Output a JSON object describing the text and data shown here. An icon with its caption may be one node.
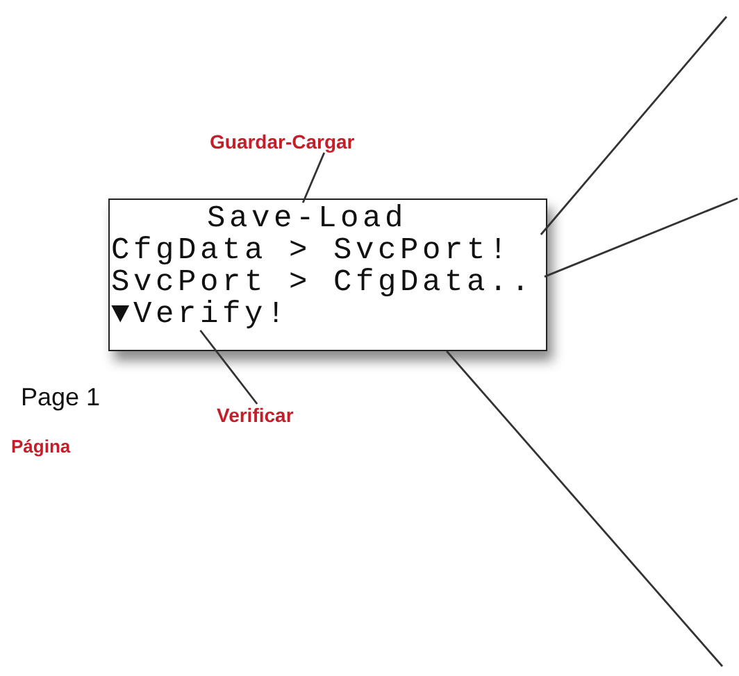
{
  "diagram": {
    "nodes": [
      {
        "text": [],
        "shape": "box"
      },
      {
        "text": [
          "Save-Load"
        ],
        "in": 0
      },
      {
        "text": [
          "CfgData > SvcPort!"
        ],
        "in": 0
      },
      {
        "text": [
          "SvcPort > CfgData.."
        ],
        "in": 0
      },
      {
        "text": [
          "▼Verify!"
        ],
        "in": 0
      },
      {
        "text": [
          "Guardar-Cargar"
        ]
      },
      {
        "text": [
          "Verificar"
        ]
      }
    ],
    "edges": [
      {
        "from": 5,
        "to": 1,
        "arrow": "none"
      },
      {
        "from": 6,
        "to": 4,
        "arrow": "none"
      },
      {
        "from": 2,
        "to": null,
        "arrow": "none"
      },
      {
        "from": 3,
        "to": null,
        "arrow": "none"
      },
      {
        "from": 0,
        "to": null,
        "arrow": "none"
      }
    ],
    "labels": [
      "Page 1",
      "Página"
    ]
  }
}
